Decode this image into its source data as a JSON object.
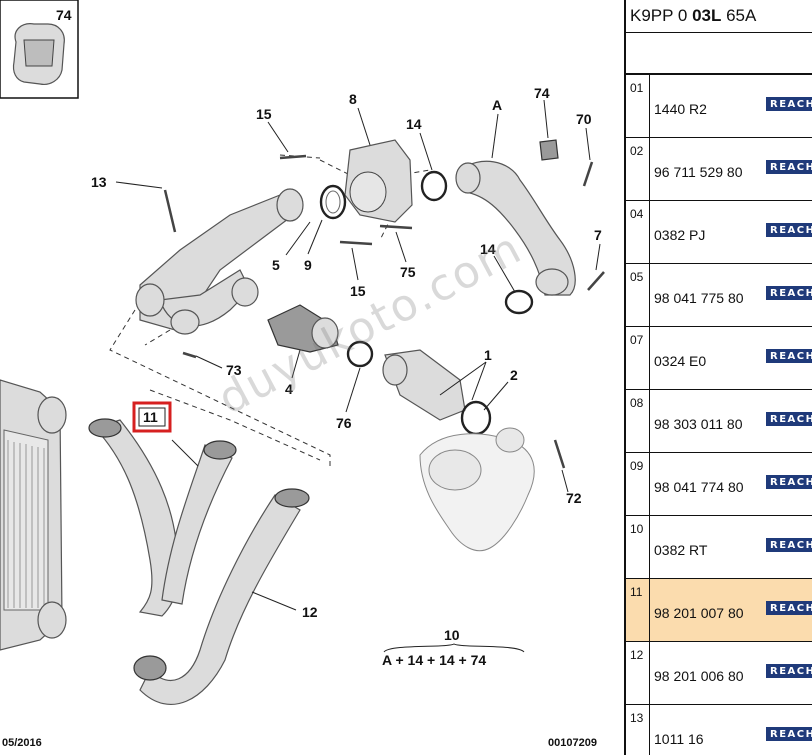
{
  "diagram": {
    "inset_label": "74",
    "highlighted_callout": "11",
    "callouts": {
      "c15a": "15",
      "c8": "8",
      "c14a": "14",
      "cA": "A",
      "c74": "74",
      "c70": "70",
      "c13": "13",
      "c5": "5",
      "c9": "9",
      "c75": "75",
      "c15b": "15",
      "c7": "7",
      "c14b": "14",
      "c73": "73",
      "c4": "4",
      "c1": "1",
      "c2": "2",
      "c76": "76",
      "c72": "72",
      "c12": "12",
      "c10": "10"
    },
    "kit_formula": "A + 14 + 14 + 74",
    "watermark": "duyukoto.com",
    "footer_date": "05/2016",
    "footer_ref": "00107209"
  },
  "engine_code": {
    "prefix": "K9PP 0 ",
    "bold": "03L",
    "suffix": " 65A"
  },
  "reach_label": "REACH",
  "parts": [
    {
      "index": "01",
      "ref": "1440 R2",
      "highlight": false
    },
    {
      "index": "02",
      "ref": "96 711 529 80",
      "highlight": false
    },
    {
      "index": "04",
      "ref": "0382 PJ",
      "highlight": false
    },
    {
      "index": "05",
      "ref": "98 041 775 80",
      "highlight": false
    },
    {
      "index": "07",
      "ref": "0324 E0",
      "highlight": false
    },
    {
      "index": "08",
      "ref": "98 303 011 80",
      "highlight": false
    },
    {
      "index": "09",
      "ref": "98 041 774 80",
      "highlight": false
    },
    {
      "index": "10",
      "ref": "0382 RT",
      "highlight": false
    },
    {
      "index": "11",
      "ref": "98 201 007 80",
      "highlight": true
    },
    {
      "index": "12",
      "ref": "98 201 006 80",
      "highlight": false
    },
    {
      "index": "13",
      "ref": "1011 16",
      "highlight": false
    }
  ]
}
